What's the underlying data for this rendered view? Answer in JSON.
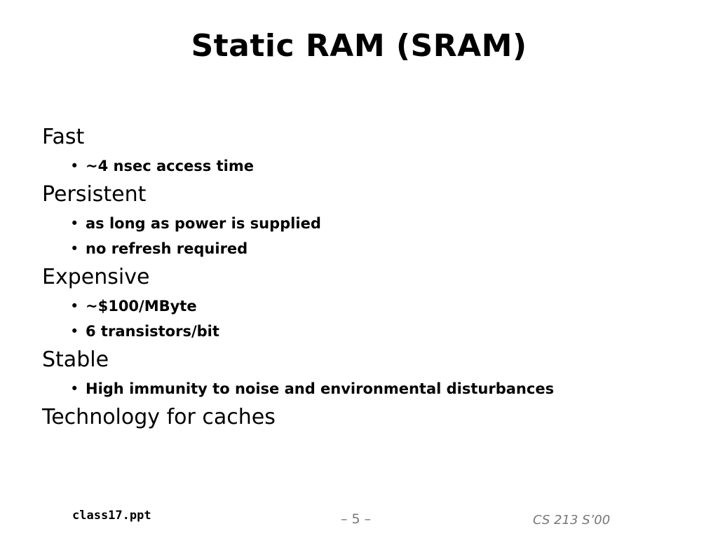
{
  "slide": {
    "title": "Static RAM (SRAM)",
    "sections": [
      {
        "heading": "Fast",
        "bullets": [
          "~4 nsec access time"
        ]
      },
      {
        "heading": "Persistent",
        "bullets": [
          "as long as power is supplied",
          "no refresh required"
        ]
      },
      {
        "heading": "Expensive",
        "bullets": [
          "~$100/MByte",
          "6 transistors/bit"
        ]
      },
      {
        "heading": "Stable",
        "bullets": [
          "High immunity to noise and environmental disturbances"
        ]
      },
      {
        "heading": "Technology for caches",
        "bullets": []
      }
    ],
    "bullet_marker": "•"
  },
  "footer": {
    "file": "class17.ppt",
    "page": "– 5 –",
    "course": "CS 213 S’00"
  }
}
